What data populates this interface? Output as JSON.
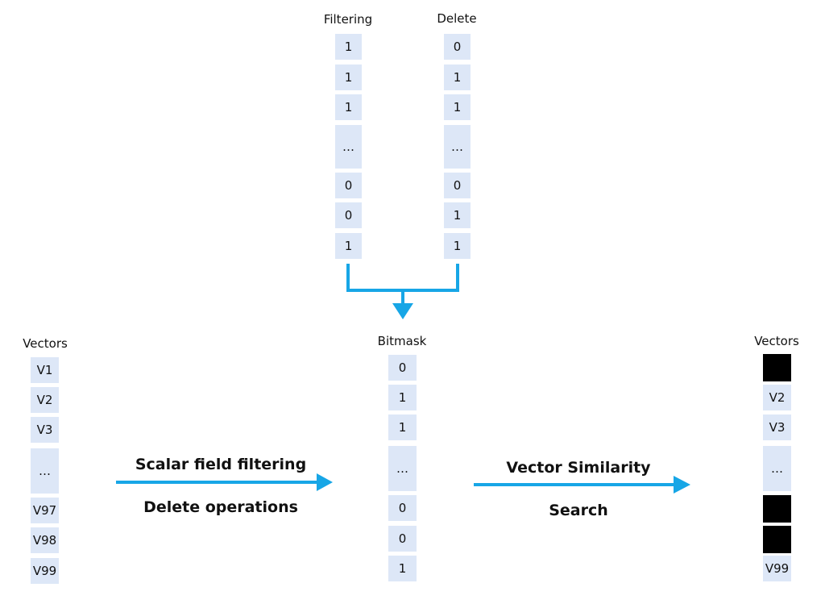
{
  "colors": {
    "cell_fill": "#dde7f7",
    "arrow": "#17a6e6",
    "masked": "#000000"
  },
  "filtering": {
    "label": "Filtering",
    "values": [
      "1",
      "1",
      "1",
      "…",
      "0",
      "0",
      "1"
    ]
  },
  "delete": {
    "label": "Delete",
    "values": [
      "0",
      "1",
      "1",
      "…",
      "0",
      "1",
      "1"
    ]
  },
  "bitmask": {
    "label": "Bitmask",
    "values": [
      "0",
      "1",
      "1",
      "…",
      "0",
      "0",
      "1"
    ]
  },
  "vectors_in": {
    "label": "Vectors",
    "values": [
      "V1",
      "V2",
      "V3",
      "…",
      "V97",
      "V98",
      "V99"
    ]
  },
  "vectors_out": {
    "label": "Vectors",
    "values": [
      "",
      "V2",
      "V3",
      "…",
      "",
      "",
      "V99"
    ],
    "masked": [
      true,
      false,
      false,
      false,
      true,
      true,
      false
    ]
  },
  "op1": {
    "line1": "Scalar field filtering",
    "line2": "Delete operations"
  },
  "op2": {
    "line1": "Vector Similarity",
    "line2": "Search"
  }
}
